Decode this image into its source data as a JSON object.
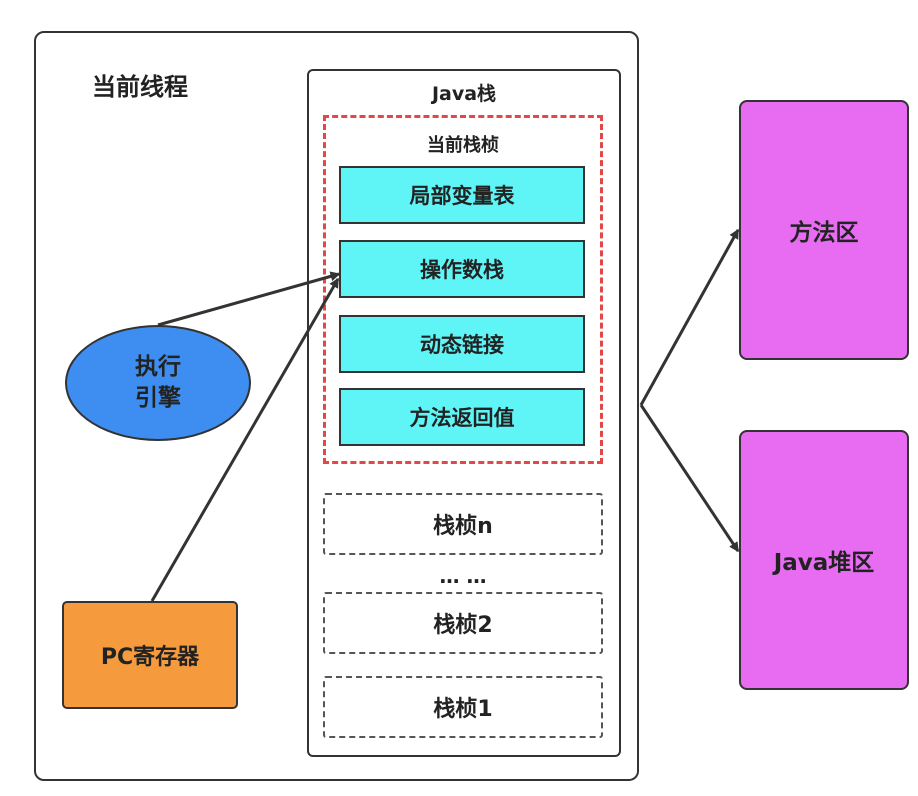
{
  "thread": {
    "title": "当前线程"
  },
  "java_stack": {
    "title": "Java栈",
    "current_frame": {
      "title": "当前栈桢",
      "slots": [
        "局部变量表",
        "操作数栈",
        "动态链接",
        "方法返回值"
      ]
    },
    "frames": [
      "栈桢n",
      "栈桢2",
      "栈桢1"
    ],
    "dots": "… …"
  },
  "engine": {
    "line1": "执行",
    "line2": "引擎"
  },
  "pc_register": {
    "label": "PC寄存器"
  },
  "method_area": {
    "label": "方法区"
  },
  "heap": {
    "label": "Java堆区"
  }
}
